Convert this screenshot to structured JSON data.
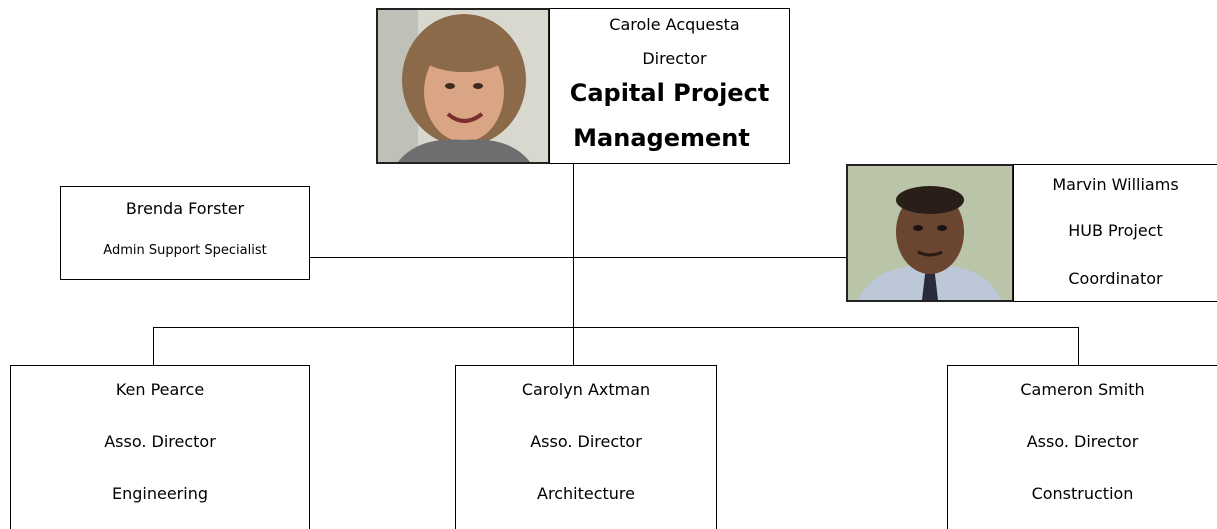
{
  "director": {
    "name": "Carole Acquesta",
    "title": "Director",
    "department_line1": "Capital Project",
    "department_line2": "Management"
  },
  "admin": {
    "name": "Brenda Forster",
    "title": "Admin Support Specialist"
  },
  "hub": {
    "name": "Marvin Williams",
    "title_line1": "HUB Project",
    "title_line2": "Coordinator"
  },
  "reports": [
    {
      "name": "Ken Pearce",
      "title": "Asso. Director",
      "area": "Engineering"
    },
    {
      "name": "Carolyn Axtman",
      "title": "Asso. Director",
      "area": "Architecture"
    },
    {
      "name": "Cameron Smith",
      "title": "Asso. Director",
      "area": "Construction"
    }
  ]
}
